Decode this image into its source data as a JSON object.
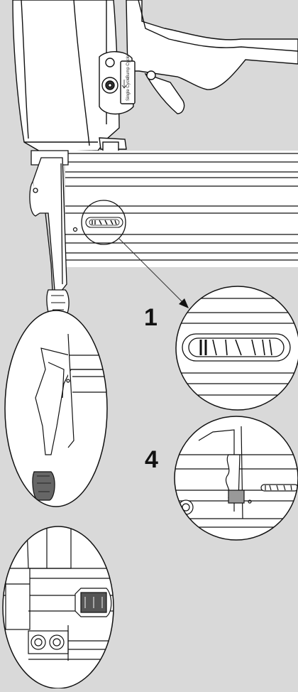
{
  "steps": {
    "first": "1",
    "fourth": "4"
  },
  "selector_labels": {
    "bump": "Bump Cycle",
    "single": "Single Cycle"
  },
  "colors": {
    "background": "#d9d9d9",
    "tool_fill": "#ffffff",
    "line": "#111111",
    "arrow": "#888888"
  },
  "icons": [
    "arrow-down-icon",
    "pointer-arrow-icon",
    "mode-selector-icon"
  ]
}
